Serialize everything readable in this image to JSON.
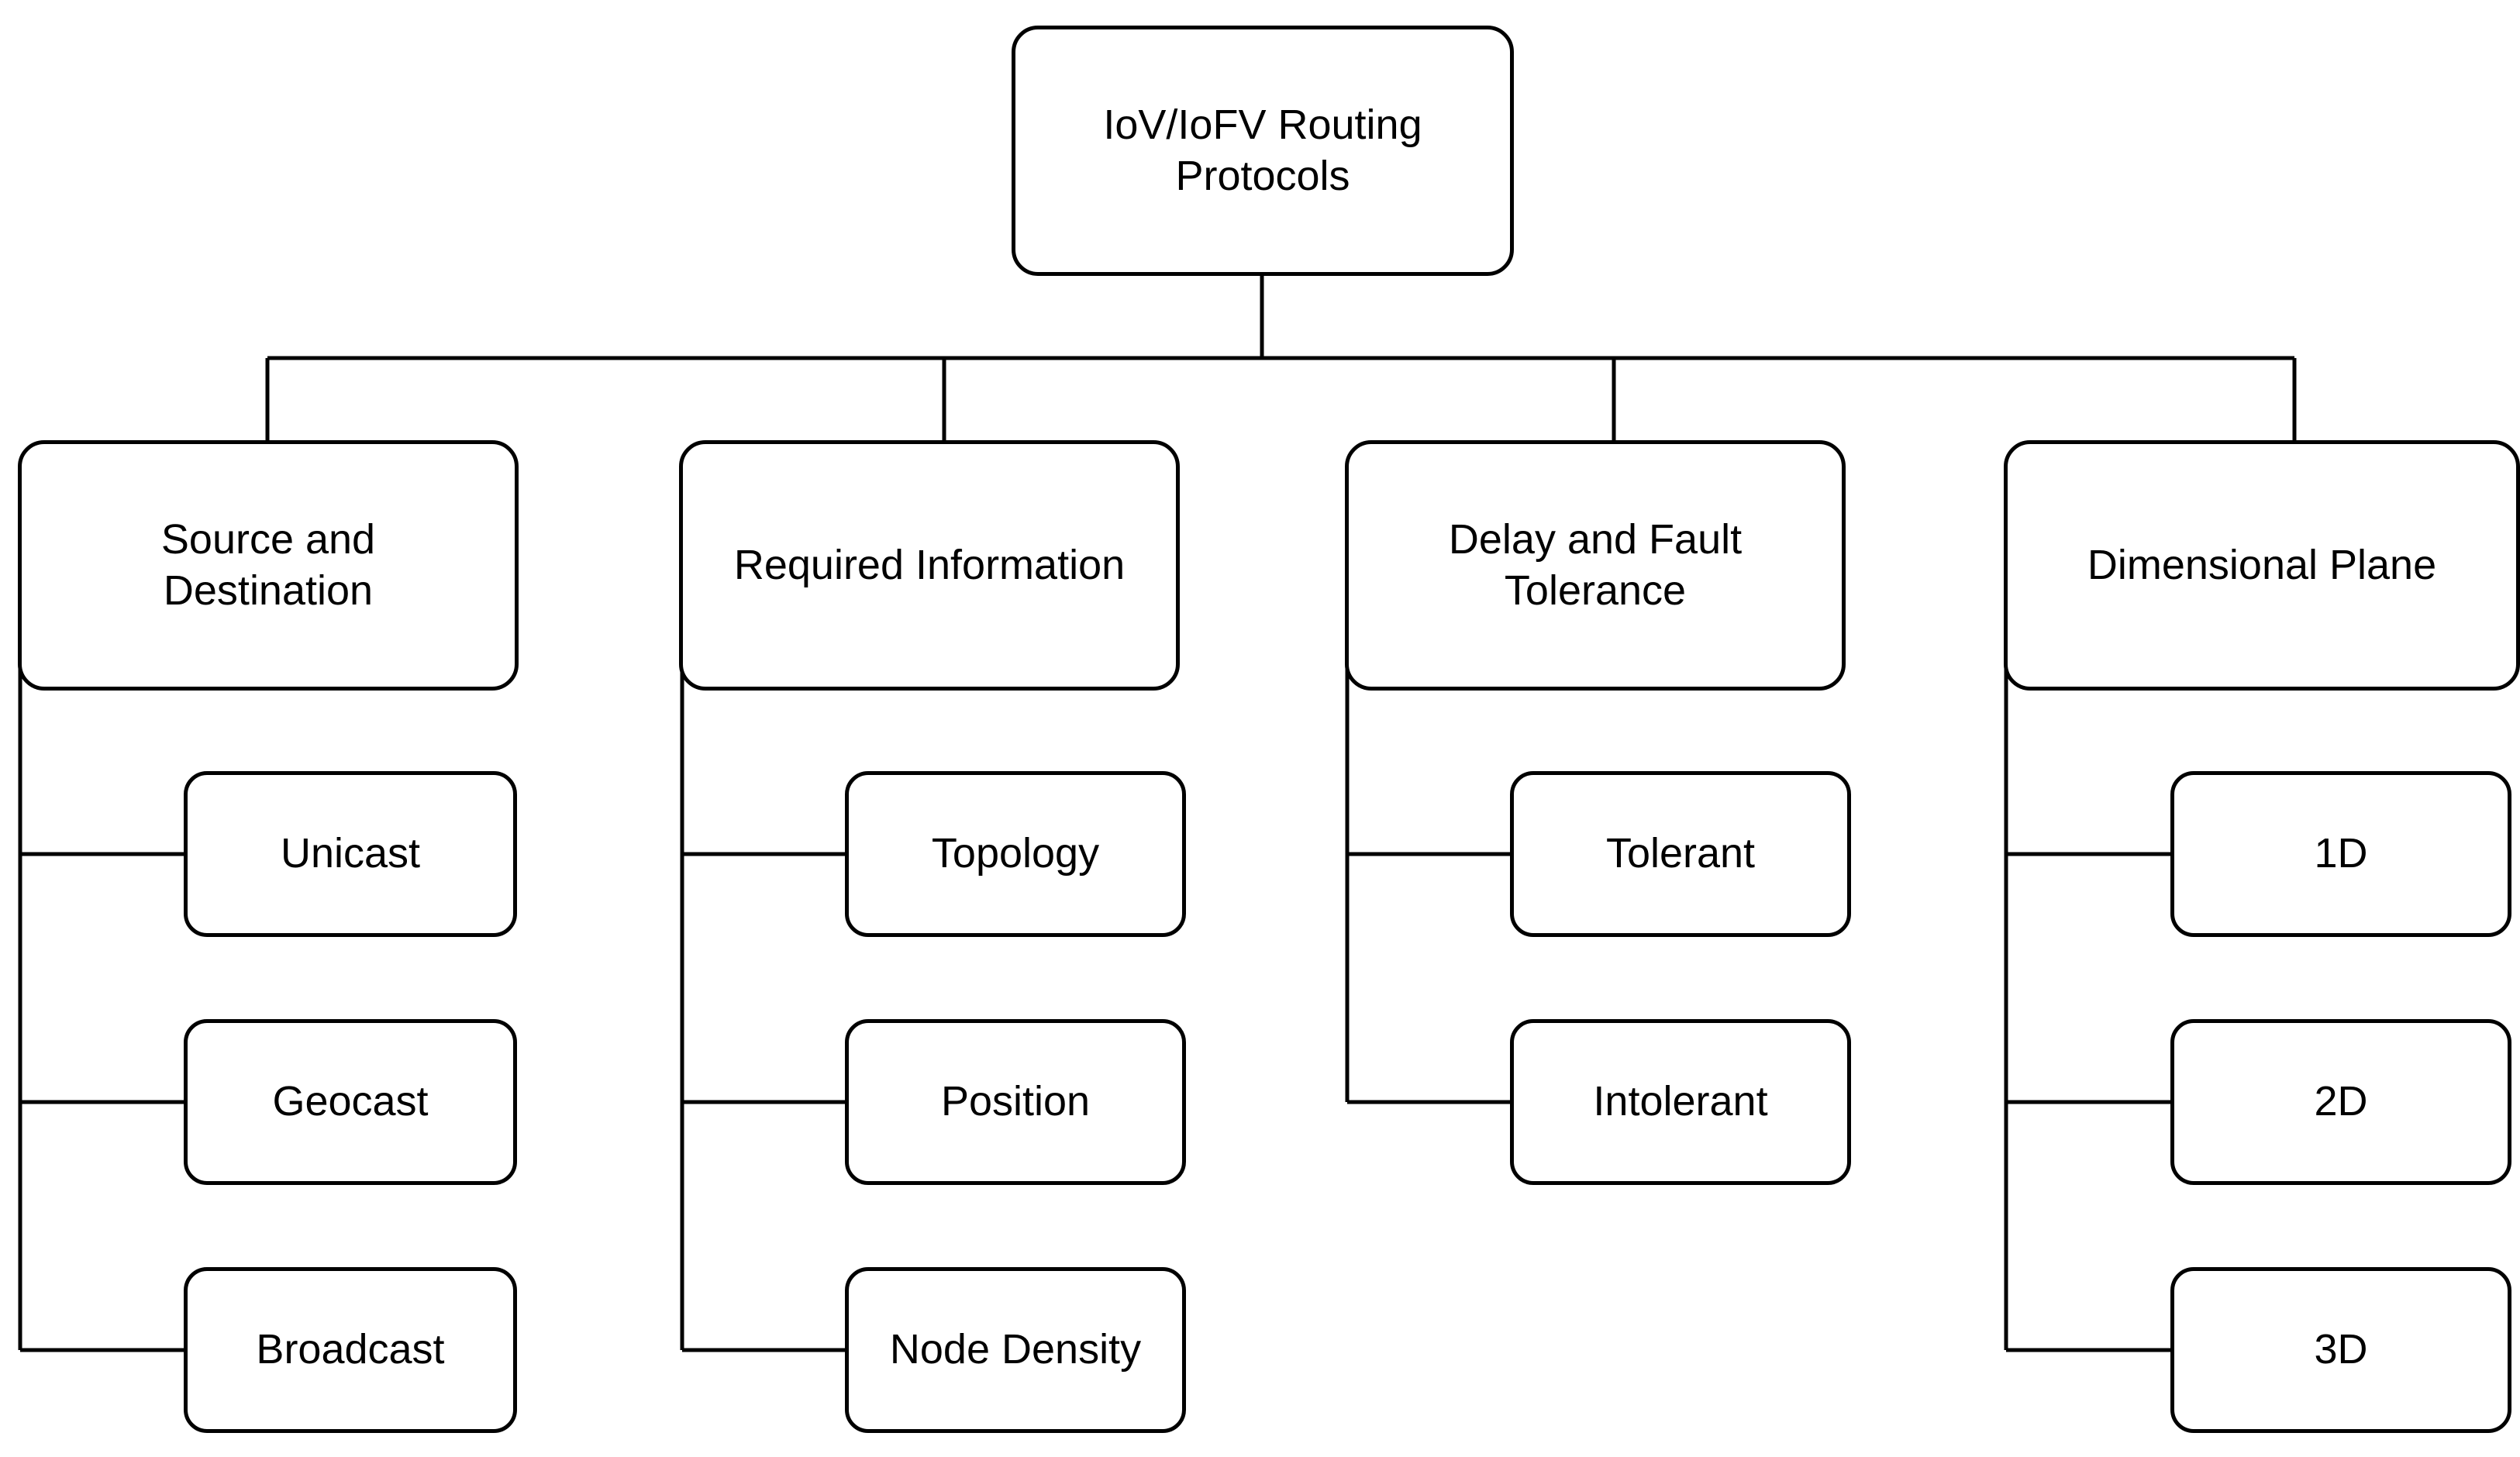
{
  "diagram": {
    "title_node": {
      "label": "IoV/IoFV Routing\nProtocols"
    },
    "branches": [
      {
        "label": "Source and\nDestination",
        "children": [
          {
            "label": "Unicast"
          },
          {
            "label": "Geocast"
          },
          {
            "label": "Broadcast"
          }
        ]
      },
      {
        "label": "Required Information",
        "children": [
          {
            "label": "Topology"
          },
          {
            "label": "Position"
          },
          {
            "label": "Node Density"
          }
        ]
      },
      {
        "label": "Delay and Fault\nTolerance",
        "children": [
          {
            "label": "Tolerant"
          },
          {
            "label": "Intolerant"
          }
        ]
      },
      {
        "label": "Dimensional Plane",
        "children": [
          {
            "label": "1D"
          },
          {
            "label": "2D"
          },
          {
            "label": "3D"
          }
        ]
      }
    ],
    "style": {
      "line_color": "#000000",
      "node_fill": "#ffffff",
      "text_color": "#000000"
    }
  }
}
